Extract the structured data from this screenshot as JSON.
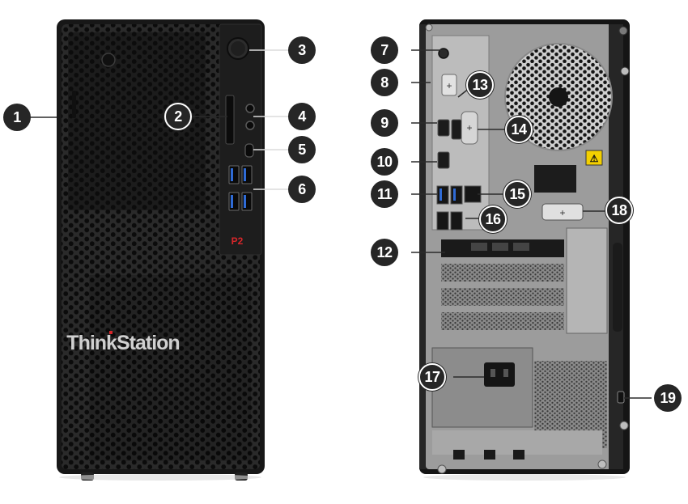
{
  "brand": {
    "logo_text": "ThinkStation",
    "model_badge": "P2",
    "accent_color": "#d6262a"
  },
  "colors": {
    "chassis": "#1a1a1a",
    "back_plate": "#9a9a9a",
    "callout_bg": "#262626",
    "callout_fg": "#ffffff",
    "warning": "#f4d000"
  },
  "callouts": {
    "c1": "1",
    "c2": "2",
    "c3": "3",
    "c4": "4",
    "c5": "5",
    "c6": "6",
    "c7": "7",
    "c8": "8",
    "c9": "9",
    "c10": "10",
    "c11": "11",
    "c12": "12",
    "c13": "13",
    "c14": "14",
    "c15": "15",
    "c16": "16",
    "c17": "17",
    "c18": "18",
    "c19": "19"
  },
  "icons": {
    "front": [
      "power-button-icon",
      "sd-card-slot-icon",
      "audio-jack-icon",
      "usb-c-icon",
      "usb-a-icon",
      "optical-drive-icon"
    ],
    "rear": [
      "antenna-connector-icon",
      "serial-port-icon",
      "displayport-icon",
      "ethernet-port-icon",
      "power-inlet-icon",
      "security-lock-slot-icon",
      "warning-icon"
    ]
  }
}
